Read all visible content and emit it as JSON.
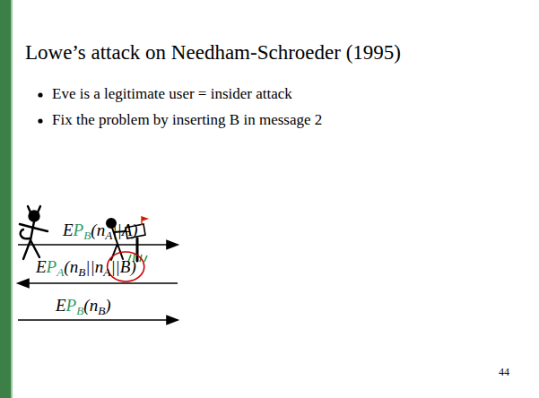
{
  "diagram": {
    "title": "Lowe’s attack on Needham-Schroeder (1995)",
    "labels": [
      "Eve is a legitimate user = insider attack",
      "Fix the problem by inserting B in message 2",
      "EPB(nA||A)",
      "EPA(nB||nA||B)",
      "EPB(nB)",
      "44"
    ]
  }
}
